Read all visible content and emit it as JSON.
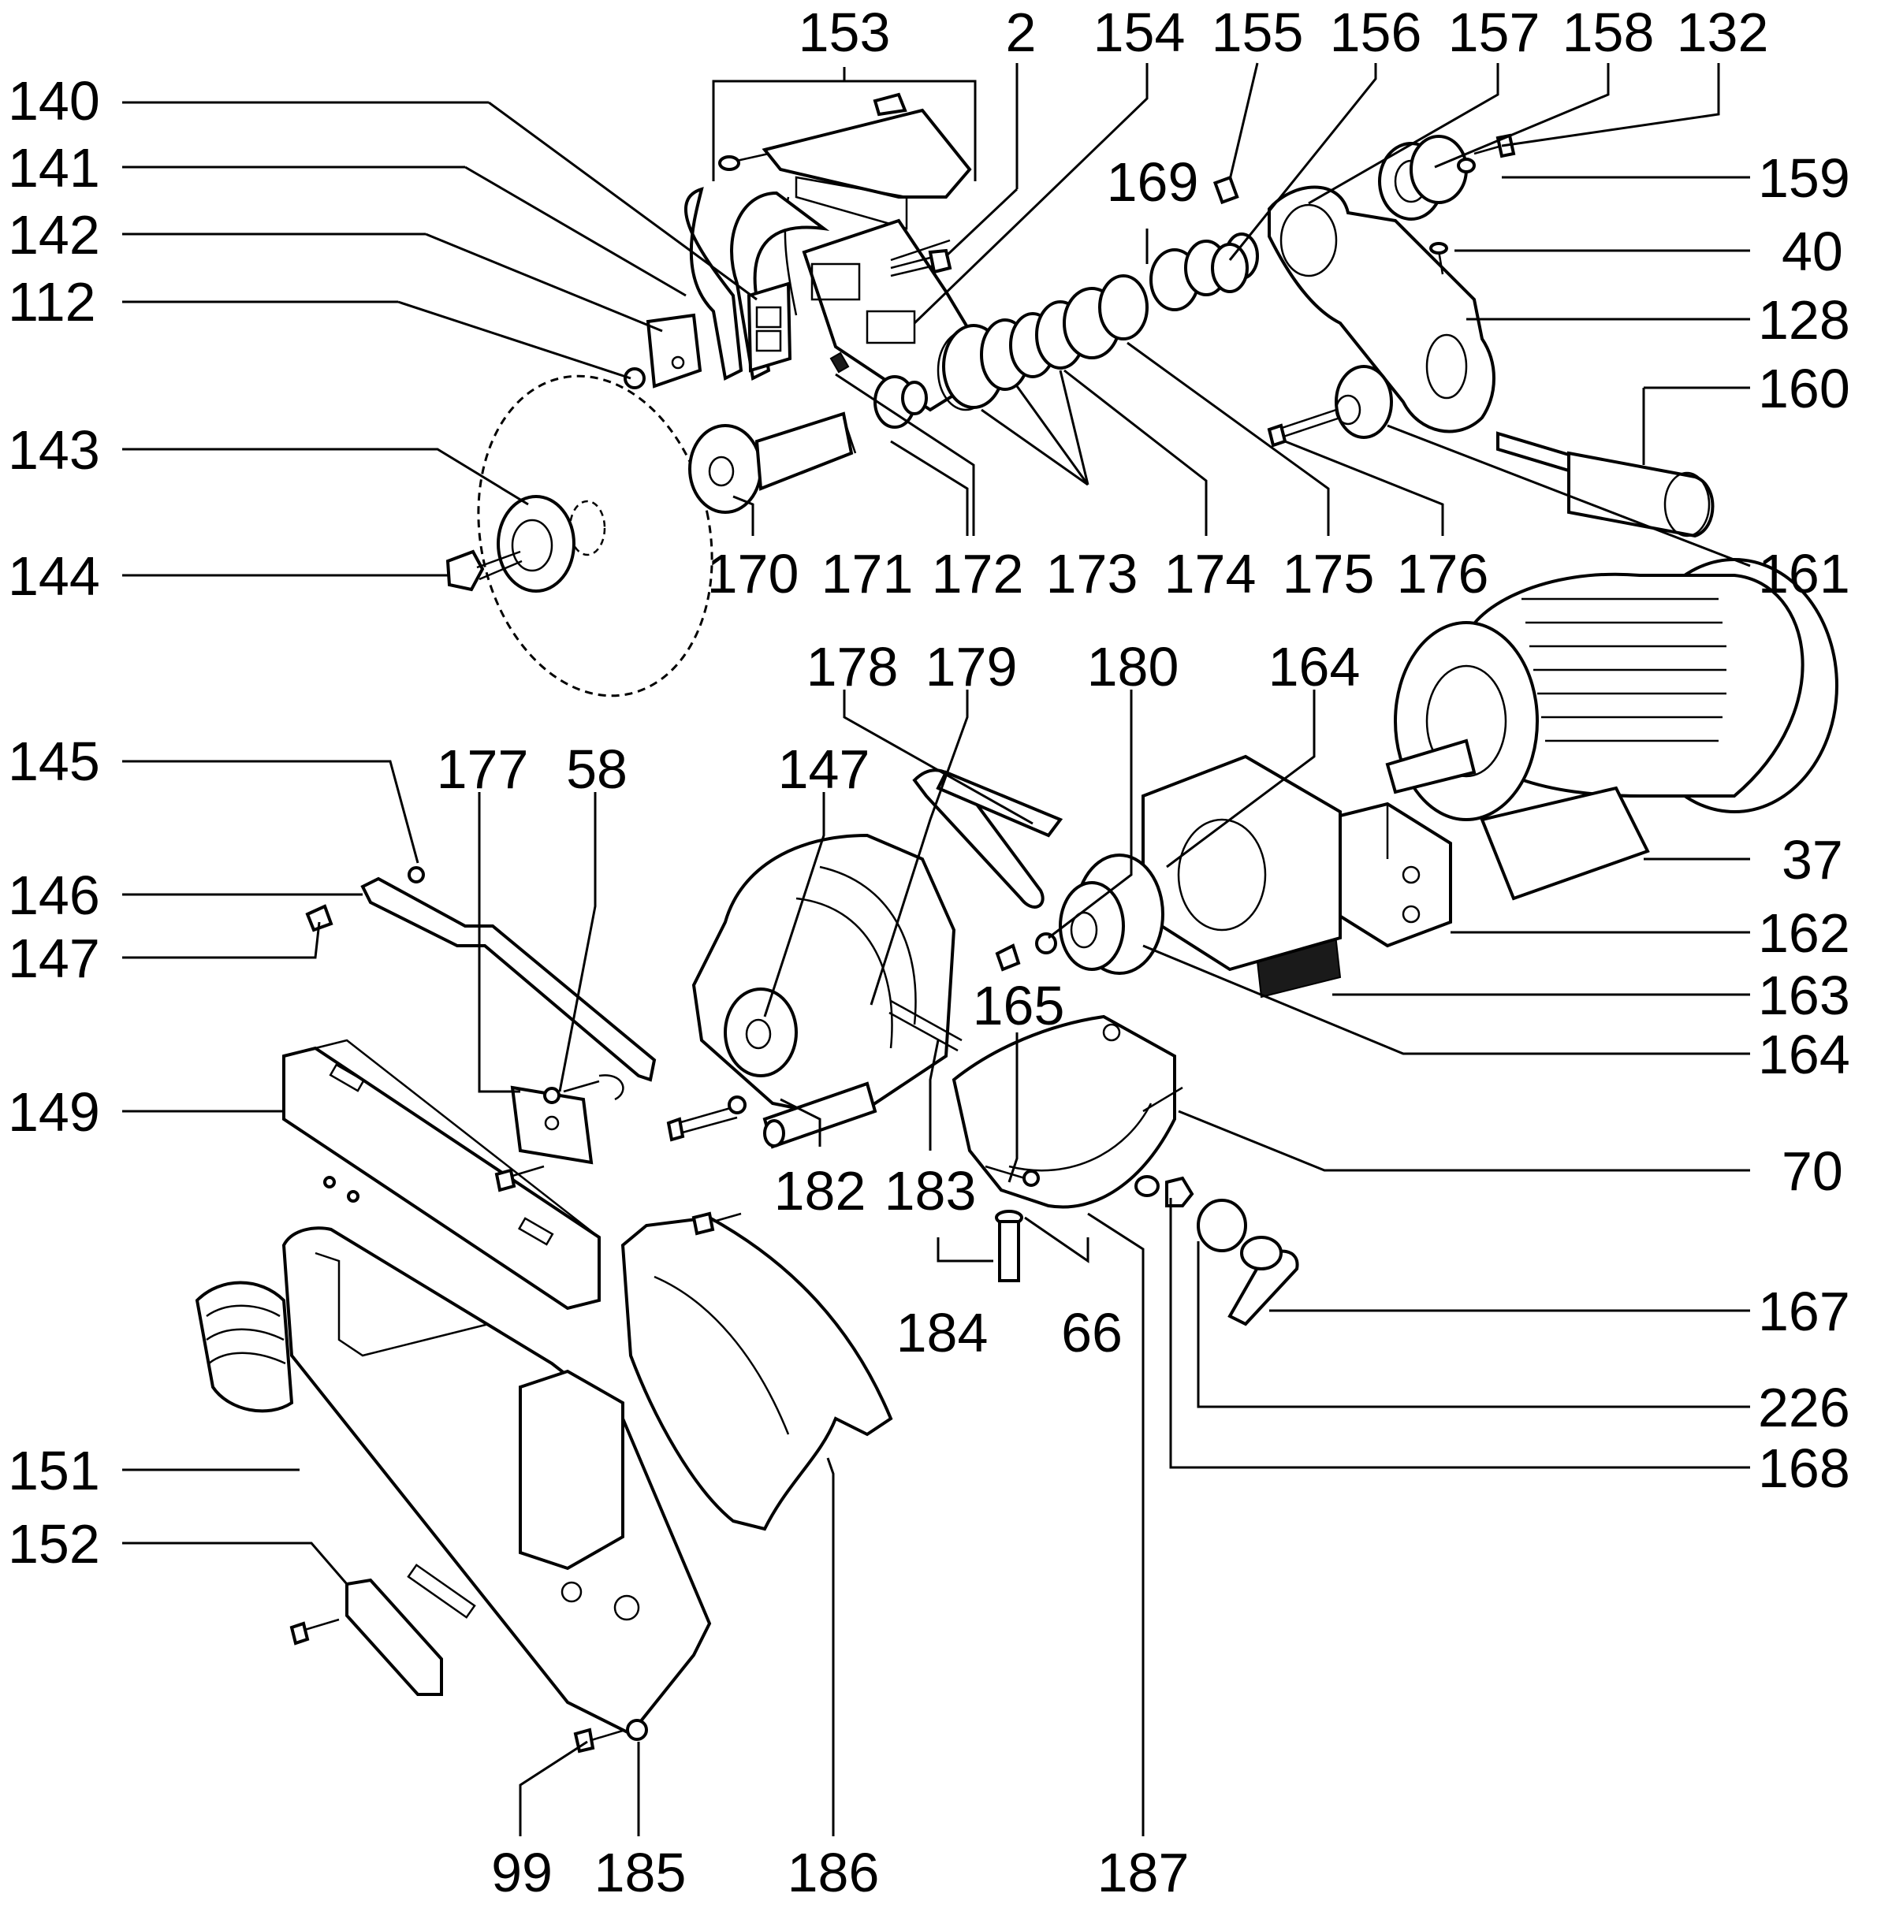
{
  "labels": [
    "153",
    "2",
    "154",
    "155",
    "156",
    "157",
    "158",
    "132",
    "140",
    "141",
    "142",
    "112",
    "159",
    "169",
    "40",
    "128",
    "160",
    "143",
    "144",
    "170",
    "171",
    "172",
    "173",
    "174",
    "175",
    "176",
    "161",
    "178",
    "179",
    "180",
    "164",
    "145",
    "177",
    "58",
    "147",
    "146",
    "147",
    "37",
    "162",
    "163",
    "164",
    "149",
    "165",
    "70",
    "182",
    "183",
    "184",
    "66",
    "167",
    "226",
    "151",
    "168",
    "152",
    "99",
    "185",
    "186",
    "187"
  ]
}
